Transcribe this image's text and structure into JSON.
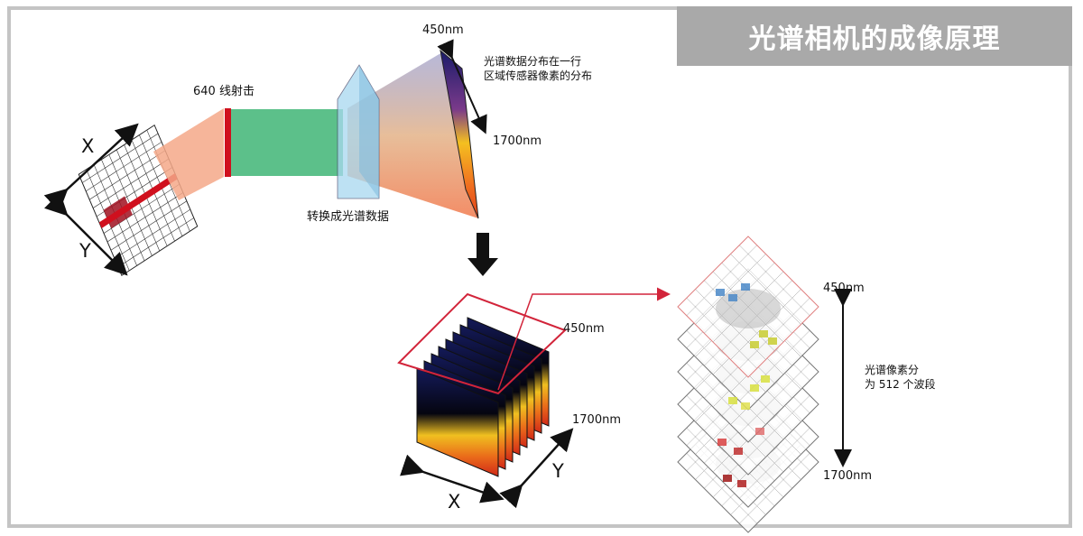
{
  "title": "光谱相机的成像原理",
  "labels": {
    "line_scan": "640 线射击",
    "convert": "转换成光谱数据",
    "nm_top": "450nm",
    "nm_bottom": "1700nm",
    "spectrum_note_line1": "光谱数据分布在一行",
    "spectrum_note_line2": "区域传感器像素的分布",
    "axis_x": "X",
    "axis_y": "Y",
    "cube_axis_x": "X",
    "cube_axis_y": "Y",
    "cube_nm_top": "450nm",
    "cube_nm_bottom": "1700nm",
    "stack_nm_top": "450nm",
    "stack_nm_bottom": "1700nm",
    "bands_line1": "光谱像素分",
    "bands_line2": "为 512 个波段"
  },
  "colors": {
    "frame": "#c4c4c4",
    "banner": "#a9a9a9",
    "scan_line": "#d0101e",
    "beam_orange": "#f4a888",
    "beam_green": "#5cc08a",
    "prism": "#a8d8f0",
    "outline_red": "#d2243a"
  }
}
